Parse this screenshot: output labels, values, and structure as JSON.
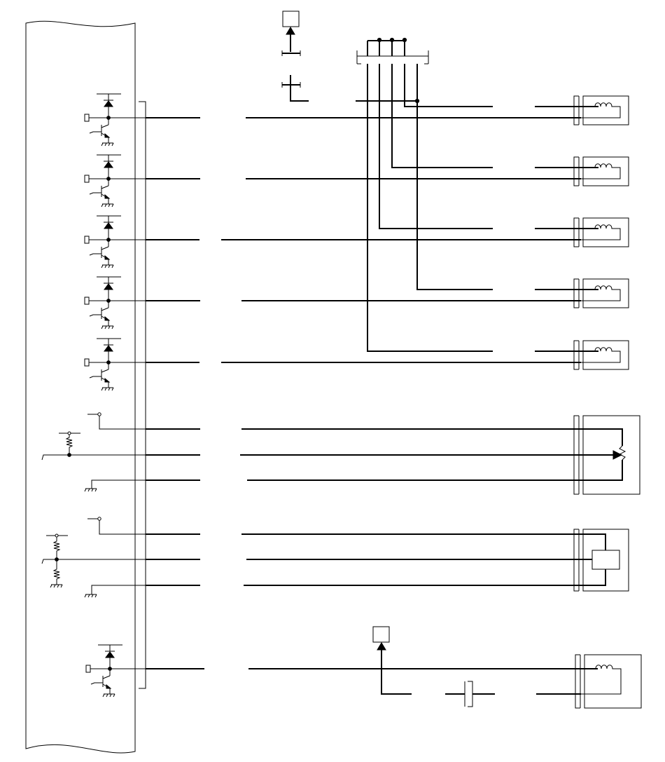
{
  "diagram": {
    "type": "wiring-schematic",
    "control_unit": {
      "injector_driver_count": 5,
      "extra_driver_count": 1,
      "sensor_interface_count": 2
    },
    "loads": {
      "coil_connectors": 6,
      "potentiometer_sensors": 1,
      "three_wire_sensors": 1
    },
    "colors": {
      "line": "#000000",
      "background": "#ffffff"
    }
  }
}
